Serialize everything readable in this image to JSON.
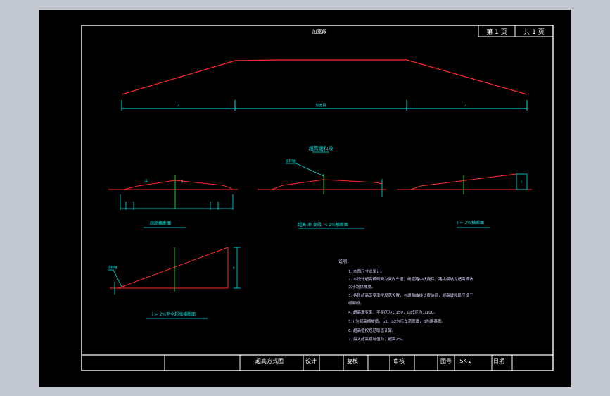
{
  "colors": {
    "background": "#000000",
    "frame": "#ffffff",
    "road_line": "#ff2a2a",
    "dimension": "#00e5e5",
    "centerline": "#22cc22",
    "note_text": "#d8d8ff",
    "desktop": "#c3c8d1"
  },
  "header_box": {
    "page_label": "第 1 页",
    "total_label": "共 1 页"
  },
  "top_figure": {
    "title": "加宽段",
    "dim_left": "Ls",
    "dim_mid": "L",
    "dim_right": "Ls",
    "dim_center_label": "加宽段"
  },
  "middle_title": "超高缓和段",
  "panel_labels": {
    "left": "超高横断面",
    "middle": "超高 渐 变段i < 2%横断面",
    "right": "i = 2%横断面",
    "bottom": "i > 2%至全超高横断面"
  },
  "callouts": {
    "middle": "旋转轴",
    "bottom": "旋转轴"
  },
  "notes": {
    "heading": "说明：",
    "items": [
      "1. 本图尺寸以米计。",
      "2. 本设计超高横断面为双向车道，绕道路中线旋转，路拱横坡为超高横坡",
      "    大于路拱坡度。",
      "3. 各段超高渐变率按规范设置，与缓和曲线长度协调，超高缓和段应设于",
      "    缓和段。",
      "4. 超高渐变率：平原区为1/150，山岭区为1/100。",
      "5. i 为超高横坡值，b1、b2为行车道宽度，B为路基宽。",
      "6. 超高值按规范取值计算。",
      "7. 最大超高横坡值为：超高2%。"
    ]
  },
  "title_block": {
    "drawing_name": "超高方式图",
    "design_label": "设计",
    "check_label": "复核",
    "review_label": "审核",
    "drawing_no_label": "图号",
    "drawing_no": "SK-2",
    "date_label": "日期"
  }
}
